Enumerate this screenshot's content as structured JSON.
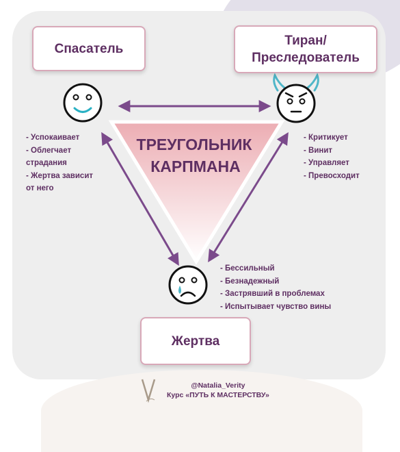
{
  "diagram": {
    "title_line1": "ТРЕУГОЛЬНИК",
    "title_line2": "КАРПМАНА",
    "roles": {
      "rescuer": {
        "label": "Спасатель",
        "traits": [
          "- Успокаивает",
          "- Облегчает",
          "страдания",
          "- Жертва зависит",
          "от него"
        ]
      },
      "tyrant": {
        "label_line1": "Тиран/",
        "label_line2": "Преследователь",
        "traits": [
          "- Критикует",
          "- Винит",
          "- Управляет",
          "- Превосходит"
        ]
      },
      "victim": {
        "label": "Жертва",
        "traits": [
          "- Бессильный",
          "- Безнадежный",
          "- Застрявший в проблемах",
          "- Испытывает чувство вины"
        ]
      }
    },
    "colors": {
      "arrow": "#7b4a8b",
      "text": "#5e2f62",
      "triangle_top": "#ecadb3",
      "tear": "#4fb6c8",
      "smile": "#2ab1c4",
      "horns": "#4fb6c8"
    },
    "icons": [
      "smiley-face-icon",
      "horned-face-icon",
      "sad-crying-face-icon",
      "logo-v-icon"
    ]
  },
  "footer": {
    "handle": "@Natalia_Verity",
    "course": "Курс «ПУТЬ К МАСТЕРСТВУ»"
  }
}
